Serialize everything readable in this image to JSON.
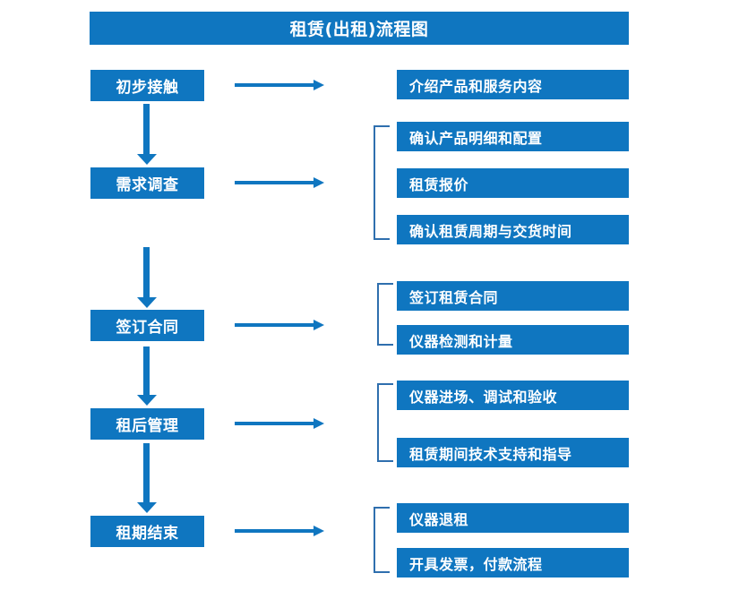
{
  "diagram": {
    "title": "租赁(出租)流程图",
    "accent_color": "#0f76c0",
    "bracket_color": "#2f6fae",
    "text_color": "#ffffff",
    "background_color": "#ffffff",
    "stages": [
      {
        "label": "初步接触"
      },
      {
        "label": "需求调查"
      },
      {
        "label": "签订合同"
      },
      {
        "label": "租后管理"
      },
      {
        "label": "租期结束"
      }
    ],
    "tasks": [
      {
        "label": "介绍产品和服务内容"
      },
      {
        "label": "确认产品明细和配置"
      },
      {
        "label": "租赁报价"
      },
      {
        "label": "确认租赁周期与交货时间"
      },
      {
        "label": "签订租赁合同"
      },
      {
        "label": "仪器检测和计量"
      },
      {
        "label": "仪器进场、调试和验收"
      },
      {
        "label": "租赁期间技术支持和指导"
      },
      {
        "label": "仪器退租"
      },
      {
        "label": "开具发票，付款流程"
      }
    ]
  }
}
